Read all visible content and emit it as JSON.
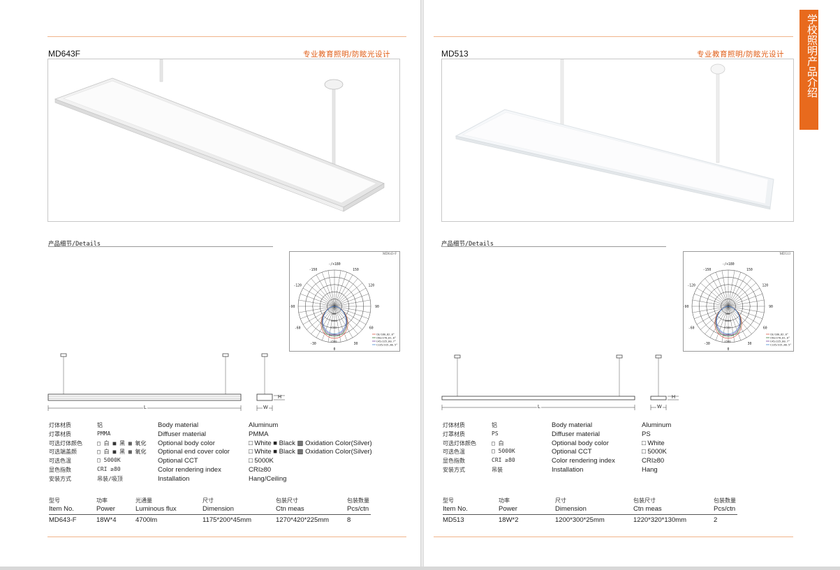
{
  "side_tab": {
    "label": "学校照明产品介绍"
  },
  "left": {
    "model": "MD643F",
    "slogan": "专业教育照明/防眩光设计",
    "details_title": "产品细节/Details",
    "polar": {
      "model": "MD643-F",
      "angle_labels": [
        "-/+180",
        "150",
        "-150",
        "120",
        "-120",
        "90",
        "-90",
        "60",
        "-60",
        "30",
        "-30",
        "0"
      ],
      "radial_labels": [
        "500",
        "1000",
        "1500",
        "2000",
        "2500"
      ],
      "legend": [
        "C0/180,82.0°",
        "C90/270,81.0°",
        "C45/225,80.7°",
        "C135/315,80.5°"
      ]
    },
    "dims": {
      "length": "L",
      "height": "H",
      "width": "W"
    },
    "specs": [
      {
        "cn": "灯体材质",
        "cnval": "铝",
        "en": "Body material",
        "enval": "Aluminum"
      },
      {
        "cn": "灯罩材质",
        "cnval": "PMMA",
        "en": "Diffuser material",
        "enval": "PMMA"
      },
      {
        "cn": "可选灯体颜色",
        "cnval": "□ 白 ■ 黑 ▩ 氧化",
        "en": "Optional body color",
        "enval": "□ White ■ Black ▩ Oxidation Color(Silver)"
      },
      {
        "cn": "可选端盖颜",
        "cnval": "□ 白 ■ 黑 ▩ 氧化",
        "en": "Optional end cover color",
        "enval": "□ White ■ Black ▩ Oxidation Color(Silver)"
      },
      {
        "cn": "可选色温",
        "cnval": "□ 5000K",
        "en": "Optional CCT",
        "enval": "□ 5000K"
      },
      {
        "cn": "显色指数",
        "cnval": "CRI ≥80",
        "en": "Color rendering index",
        "enval": "CRI≥80"
      },
      {
        "cn": "安装方式",
        "cnval": "吊装/吸顶",
        "en": "Installation",
        "enval": "Hang/Ceiling"
      }
    ],
    "table": {
      "headers": [
        {
          "cn": "型号",
          "en": "Item No."
        },
        {
          "cn": "功率",
          "en": "Power"
        },
        {
          "cn": "光通量",
          "en": "Luminous flux"
        },
        {
          "cn": "尺寸",
          "en": "Dimension"
        },
        {
          "cn": "包装尺寸",
          "en": "Ctn meas"
        },
        {
          "cn": "包装数量",
          "en": "Pcs/ctn"
        }
      ],
      "row": [
        "MD643-F",
        "18W*4",
        "4700lm",
        "1175*200*45mm",
        "1270*420*225mm",
        "8"
      ]
    }
  },
  "right": {
    "model": "MD513",
    "slogan": "专业教育照明/防眩光设计",
    "details_title": "产品细节/Details",
    "polar": {
      "model": "MD513",
      "angle_labels": [
        "-/+180",
        "150",
        "-150",
        "120",
        "-120",
        "90",
        "-90",
        "60",
        "-60",
        "30",
        "-30",
        "0"
      ],
      "radial_labels": [
        "500",
        "1000",
        "1500",
        "2000",
        "2500"
      ],
      "legend": [
        "C0/180,82.0°",
        "C90/270,81.0°",
        "C45/225,80.7°",
        "C135/315,80.5°"
      ]
    },
    "dims": {
      "length": "L",
      "height": "H",
      "width": "W"
    },
    "specs": [
      {
        "cn": "灯体材质",
        "cnval": "铝",
        "en": "Body material",
        "enval": "Aluminum"
      },
      {
        "cn": "灯罩材质",
        "cnval": "PS",
        "en": "Diffuser material",
        "enval": "PS"
      },
      {
        "cn": "可选灯体颜色",
        "cnval": "□ 白",
        "en": "Optional body color",
        "enval": "□ White"
      },
      {
        "cn": "可选色温",
        "cnval": "□  5000K",
        "en": "Optional CCT",
        "enval": "□  5000K"
      },
      {
        "cn": "显色指数",
        "cnval": "CRI ≥80",
        "en": "Color rendering index",
        "enval": "CRI≥80"
      },
      {
        "cn": "安装方式",
        "cnval": "吊装",
        "en": "Installation",
        "enval": "Hang"
      }
    ],
    "table": {
      "headers": [
        {
          "cn": "型号",
          "en": "Item No."
        },
        {
          "cn": "功率",
          "en": "Power"
        },
        {
          "cn": "尺寸",
          "en": "Dimension"
        },
        {
          "cn": "包装尺寸",
          "en": "Ctn meas"
        },
        {
          "cn": "包装数量",
          "en": "Pcs/ctn"
        }
      ],
      "row": [
        "MD513",
        "18W*2",
        "1200*300*25mm",
        "1220*320*130mm",
        "2"
      ]
    }
  }
}
